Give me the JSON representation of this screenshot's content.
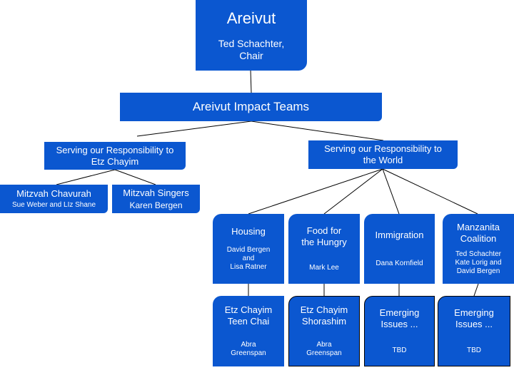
{
  "colors": {
    "box_fill": "#0b57d0",
    "text": "#ffffff",
    "line": "#000000",
    "bordered_box_outline": "#000000"
  },
  "root": {
    "title": "Areivut",
    "subtitle_line1": "Ted Schachter,",
    "subtitle_line2": "Chair"
  },
  "impact": {
    "title": "Areivut Impact Teams"
  },
  "serving_etz": {
    "line1": "Serving our Responsibility to",
    "line2": "Etz Chayim"
  },
  "serving_world": {
    "line1": "Serving our Responsibility to",
    "line2": "the World"
  },
  "mitzvah_chavurah": {
    "title": "Mitzvah Chavurah",
    "people": "Sue Weber and LIz Shane"
  },
  "mitzvah_singers": {
    "title": "Mitzvah Singers",
    "people": "Karen Bergen"
  },
  "housing": {
    "title": "Housing",
    "people_line1": "David Bergen",
    "people_line2": "and",
    "people_line3": "Lisa Ratner"
  },
  "food": {
    "title_line1": "Food for",
    "title_line2": "the Hungry",
    "people": "Mark Lee"
  },
  "immigration": {
    "title": "Immigration",
    "people": "Dana Kornfield"
  },
  "manzanita": {
    "title_line1": "Manzanita",
    "title_line2": "Coalition",
    "people_line1": "Ted Schachter",
    "people_line2": "Kate Lorig and",
    "people_line3": "David Bergen"
  },
  "teen_chai": {
    "title_line1": "Etz Chayim",
    "title_line2": "Teen Chai",
    "people_line1": "Abra",
    "people_line2": "Greenspan"
  },
  "shorashim": {
    "title_line1": "Etz Chayim",
    "title_line2": "Shorashim",
    "people_line1": "Abra",
    "people_line2": "Greenspan"
  },
  "emerging_1": {
    "title_line1": "Emerging",
    "title_line2": "Issues ...",
    "people": "TBD"
  },
  "emerging_2": {
    "title_line1": "Emerging",
    "title_line2": "Issues ...",
    "people": "TBD"
  }
}
